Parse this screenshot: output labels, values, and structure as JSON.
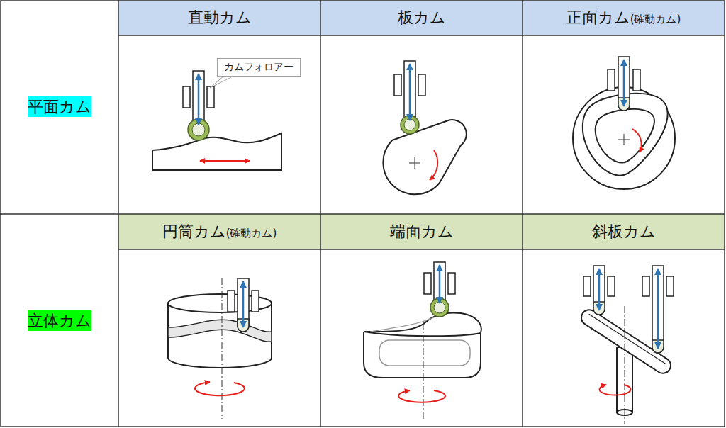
{
  "diagram": {
    "nodes": [
      {
        "text": [
          "カムフォロアー"
        ]
      }
    ],
    "labels": [
      "直動カム",
      "板カム",
      "正面カム",
      "(確動カム)",
      "平面カム",
      "円筒カム",
      "(確動カム)",
      "端面カム",
      "斜板カム",
      "立体カム"
    ]
  }
}
